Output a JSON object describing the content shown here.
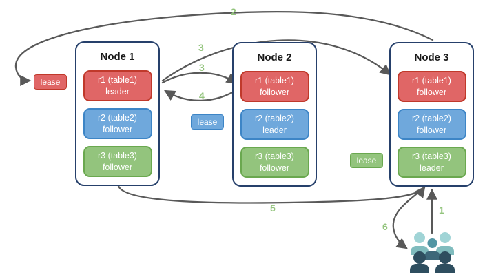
{
  "nodes": [
    {
      "title": "Node 1",
      "replicas": [
        {
          "name": "r1 (table1)",
          "role": "leader",
          "color": "red"
        },
        {
          "name": "r2 (table2)",
          "role": "follower",
          "color": "blue"
        },
        {
          "name": "r3 (table3)",
          "role": "follower",
          "color": "green"
        }
      ]
    },
    {
      "title": "Node 2",
      "replicas": [
        {
          "name": "r1 (table1)",
          "role": "follower",
          "color": "red"
        },
        {
          "name": "r2 (table2)",
          "role": "leader",
          "color": "blue"
        },
        {
          "name": "r3 (table3)",
          "role": "follower",
          "color": "green"
        }
      ]
    },
    {
      "title": "Node 3",
      "replicas": [
        {
          "name": "r1 (table1)",
          "role": "follower",
          "color": "red"
        },
        {
          "name": "r2 (table2)",
          "role": "follower",
          "color": "blue"
        },
        {
          "name": "r3 (table3)",
          "role": "leader",
          "color": "green"
        }
      ]
    }
  ],
  "leases": [
    {
      "label": "lease",
      "color": "red"
    },
    {
      "label": "lease",
      "color": "blue"
    },
    {
      "label": "lease",
      "color": "green"
    }
  ],
  "steps": [
    {
      "label": "2"
    },
    {
      "label": "3"
    },
    {
      "label": "3"
    },
    {
      "label": "4"
    },
    {
      "label": "5"
    },
    {
      "label": "1"
    },
    {
      "label": "6"
    }
  ],
  "icons": {
    "users": "users-group-icon"
  },
  "colors": {
    "red_fill": "#e06666",
    "red_border": "#c0392b",
    "blue_fill": "#6fa8dc",
    "blue_border": "#3d85c6",
    "green_fill": "#93c47d",
    "green_border": "#6aa84f",
    "node_border": "#26406b",
    "arrow": "#595959",
    "step_label": "#93c47d",
    "users_light": "#a0d4d6",
    "users_mid": "#5296a4",
    "users_dark": "#2e4e5f"
  }
}
